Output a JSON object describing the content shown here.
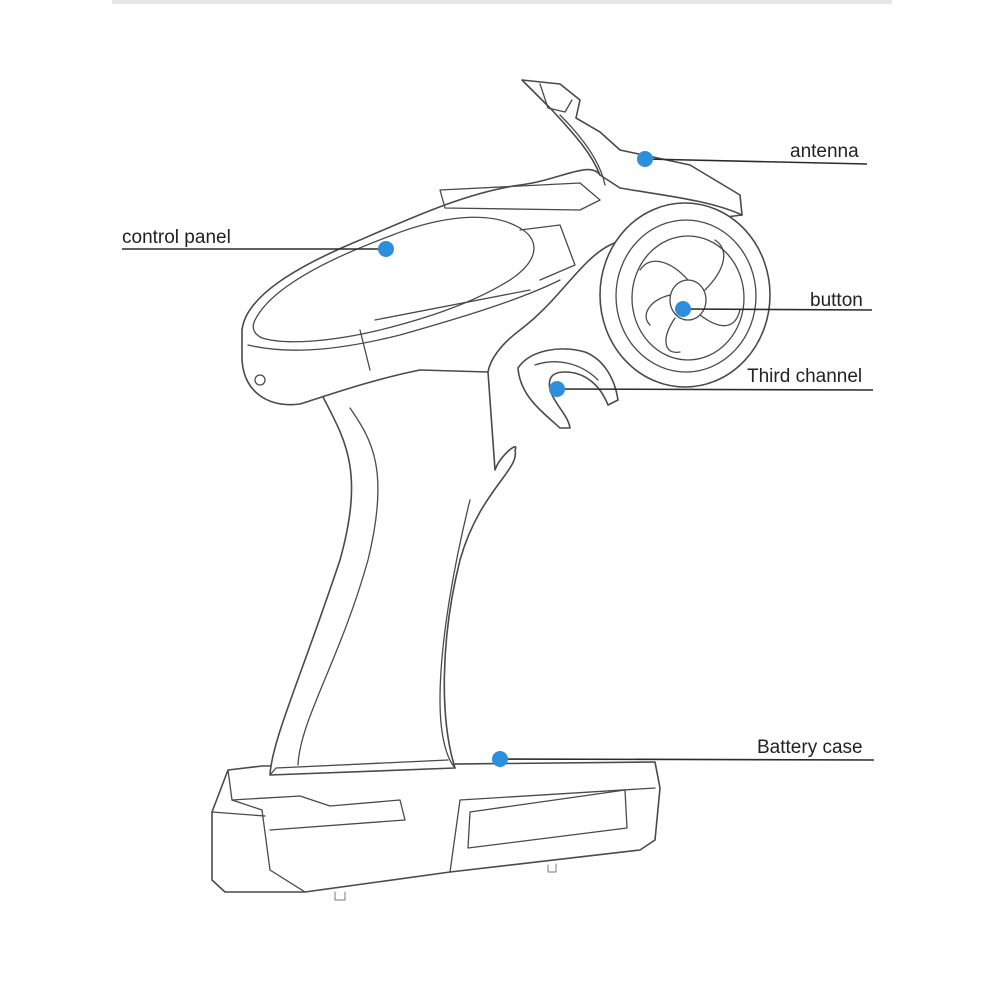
{
  "labels": {
    "antenna": "antenna",
    "control_panel": "control panel",
    "button": "button",
    "third_channel": "Third channel",
    "battery_case": "Battery case"
  },
  "colors": {
    "marker": "#2d8fdb",
    "leader": "#2b2b2b",
    "outline": "#4a4a4a"
  }
}
